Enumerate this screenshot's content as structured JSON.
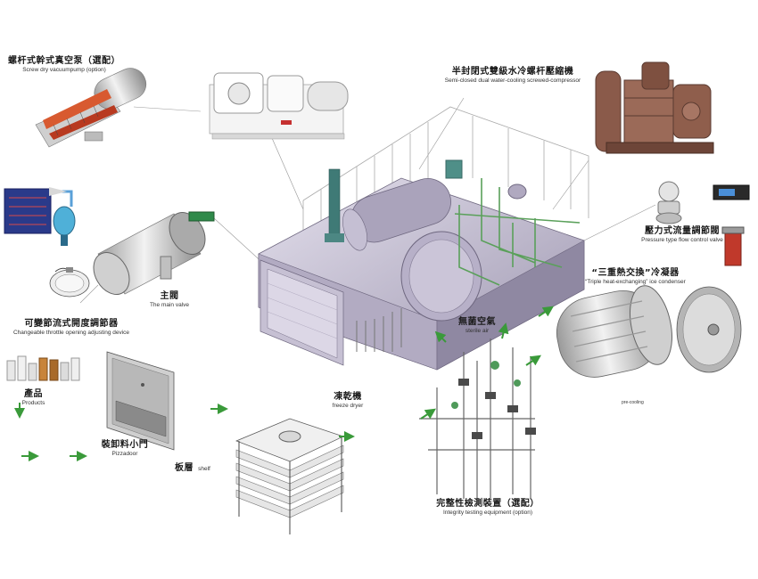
{
  "labels": {
    "screw_pump_zh": "螺杆式幹式真空泵（選配）",
    "screw_pump_en": "Screw dry vacuumpump (option)",
    "compressor_zh": "半封閉式雙級水冷螺杆壓縮機",
    "compressor_en": "Semi-closed dual water-cooling screwed-compressor",
    "pressure_valve_zh": "壓力式流量調節閥",
    "pressure_valve_en": "Pressure type flow control valve",
    "condenser_zh": "“三重熱交換”冷凝器",
    "condenser_en": "“Triple heat-exchanging” ice condenser",
    "main_valve_zh": "主閥",
    "main_valve_en": "The main valve",
    "throttle_zh": "可變節流式開度調節器",
    "throttle_en": "Changeable throttle opening adjusting device",
    "sterile_air_zh": "無菌空氣",
    "sterile_air_en": "sterile air",
    "products_zh": "產品",
    "products_en": "Products",
    "freeze_dryer_zh": "凍乾機",
    "freeze_dryer_en": "freeze dryer",
    "pizza_door_zh": "裝卸料小門",
    "pizza_door_en": "Pizzadoor",
    "shelf_zh": "板層",
    "shelf_en": "shelf",
    "integrity_zh": "完整性檢測裝置（選配）",
    "integrity_en": "Integrity testing equipment (option)",
    "pre_cooling": "pre-cooling"
  },
  "colors": {
    "machine": "#c9c3d6",
    "machine_dark": "#9d97ad",
    "pipe_green": "#5aa05a",
    "arrow_green": "#3a9a3a",
    "rust": "#8a5a4a",
    "steel": "#d8d8d8"
  }
}
